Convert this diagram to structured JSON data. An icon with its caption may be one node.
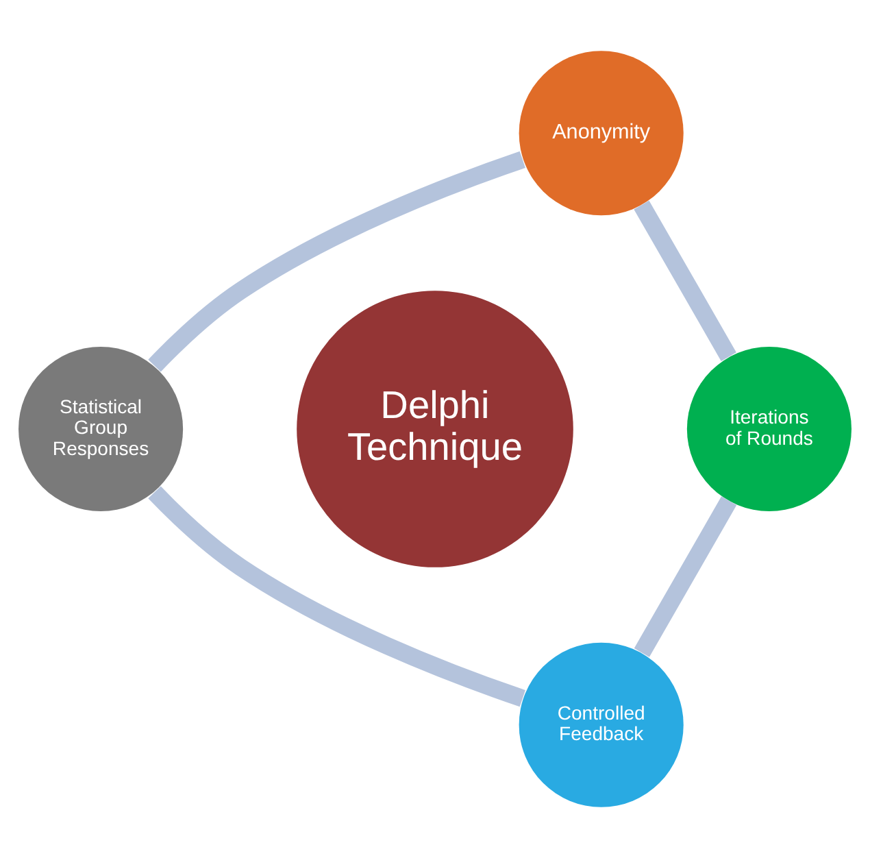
{
  "diagram": {
    "nodes": [
      {
        "text": [
          "Anonymity"
        ]
      },
      {
        "text": [
          "Statistical Group Responses"
        ]
      },
      {
        "text": [
          "Delphi Technique"
        ]
      },
      {
        "text": [
          "Iterations of Rounds"
        ]
      },
      {
        "text": [
          "Controlled Feedback"
        ]
      }
    ],
    "edges": [
      {
        "from": 0,
        "to": 3,
        "arrow": "none"
      },
      {
        "from": 3,
        "to": 4,
        "arrow": "none"
      },
      {
        "from": 4,
        "to": 1,
        "arrow": "none"
      },
      {
        "from": 1,
        "to": 0,
        "arrow": "none"
      }
    ]
  }
}
